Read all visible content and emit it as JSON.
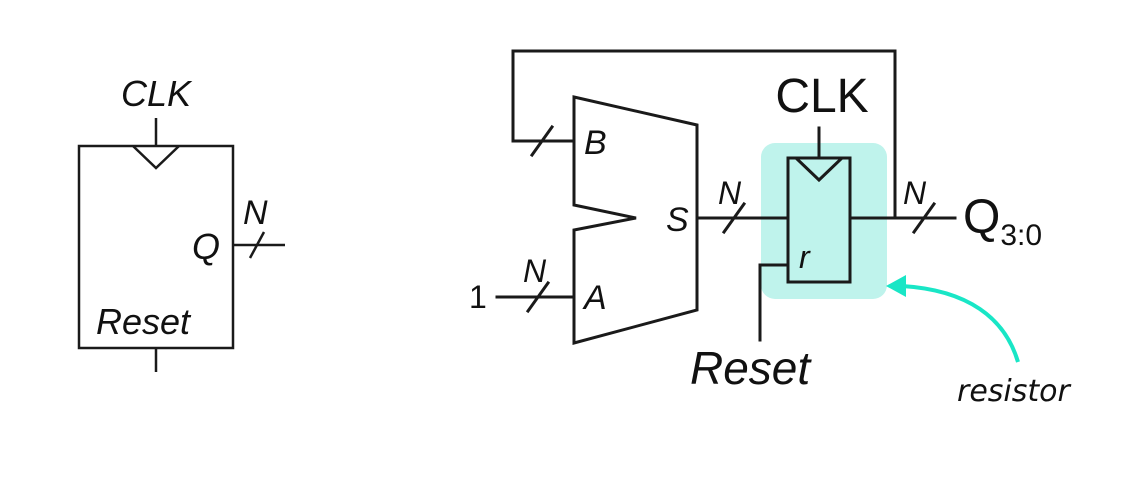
{
  "left_symbol": {
    "clk_label": "CLK",
    "q_label": "Q",
    "n_label": "N",
    "reset_label": "Reset"
  },
  "circuit": {
    "mux": {
      "b_label": "B",
      "a_label": "A",
      "s_label": "S"
    },
    "constant_input": "1",
    "bus_width_label_input": "N",
    "bus_width_label_sum": "N",
    "bus_width_label_output": "N",
    "register": {
      "clk_label": "CLK",
      "reset_pin_label": "r"
    },
    "reset_label": "Reset",
    "output": {
      "q_label": "Q",
      "q_subscript": "3:0"
    }
  },
  "annotation": {
    "text": "resistor",
    "highlight_color": "#bff3ec",
    "arrow_color": "#19e6c6"
  }
}
